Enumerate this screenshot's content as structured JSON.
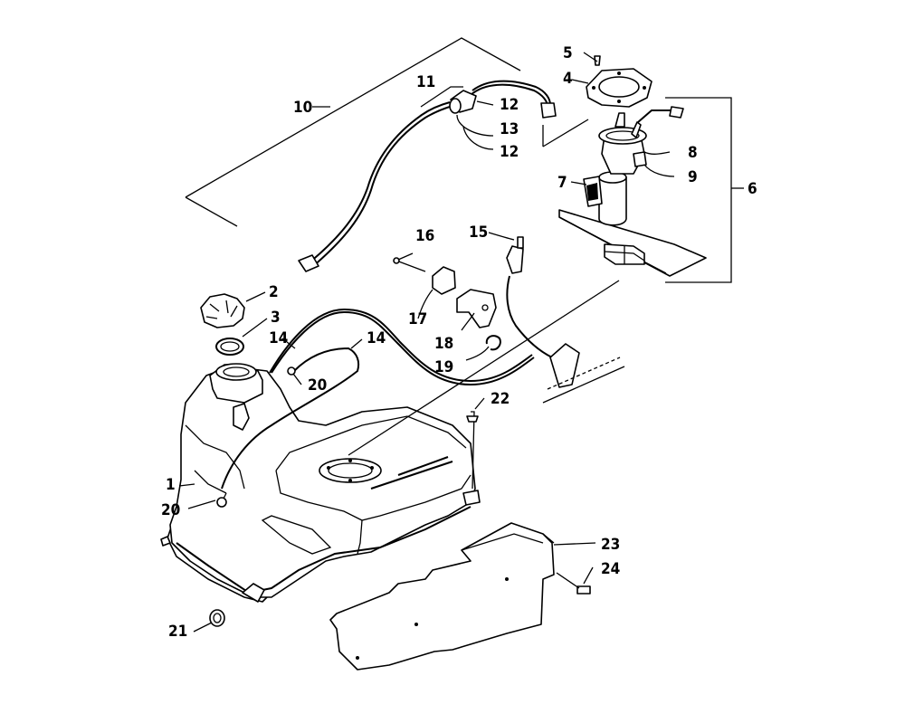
{
  "labels": {
    "l1": "1",
    "l2": "2",
    "l3": "3",
    "l4": "4",
    "l5": "5",
    "l6": "6",
    "l7": "7",
    "l8": "8",
    "l9": "9",
    "l10": "10",
    "l11": "11",
    "l12a": "12",
    "l12b": "12",
    "l13": "13",
    "l14a": "14",
    "l14b": "14",
    "l15": "15",
    "l16": "16",
    "l17": "17",
    "l18": "18",
    "l19": "19",
    "l20a": "20",
    "l20b": "20",
    "l21": "21",
    "l22": "22",
    "l23": "23",
    "l24": "24"
  },
  "colors": {
    "ink": "#000000",
    "paper": "#ffffff"
  }
}
